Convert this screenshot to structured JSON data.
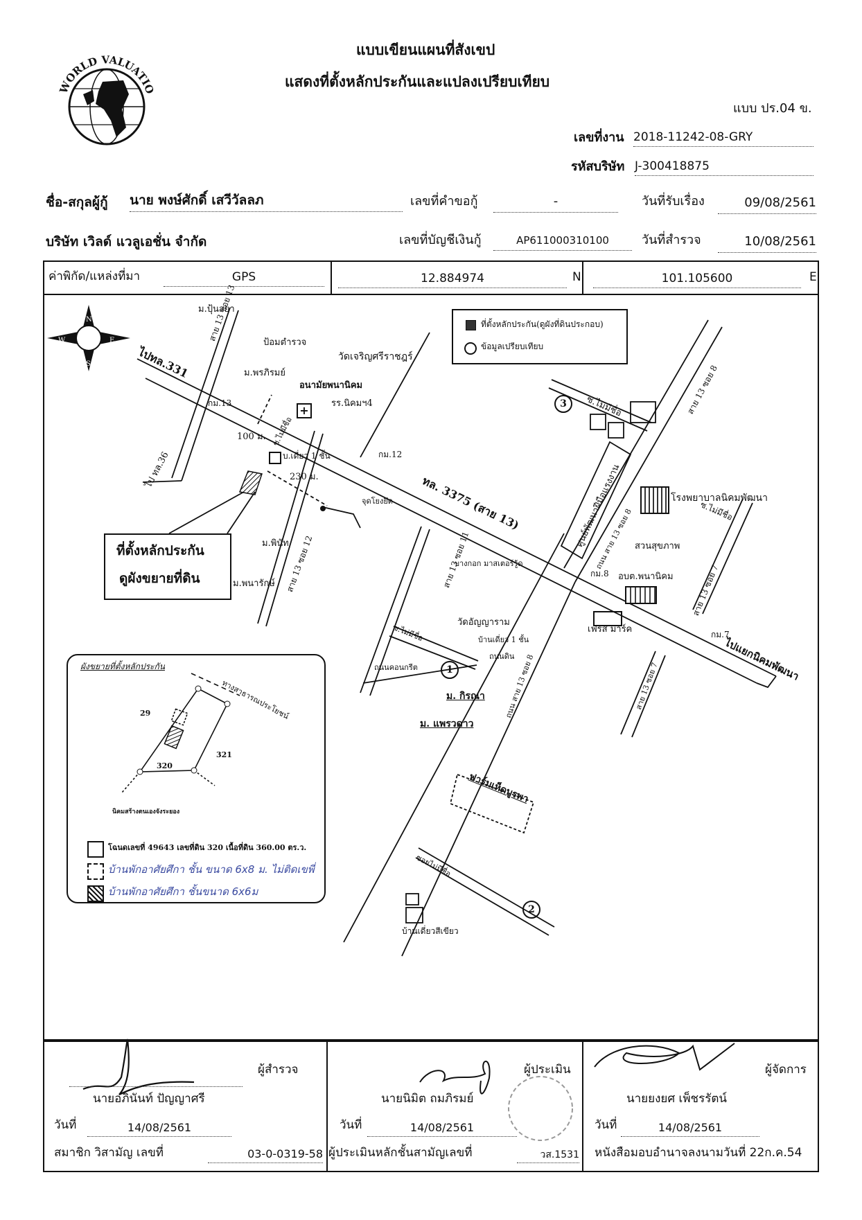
{
  "header": {
    "title1": "แบบเขียนแผนที่สังเขป",
    "title2": "แสดงที่ตั้งหลักประกันและแปลงเปรียบเทียบ",
    "form_code": "แบบ ปร.04 ข.",
    "logo_text": "WORLD VALUATION",
    "job_no_label": "เลขที่งาน",
    "job_no": "2018-11242-08-GRY",
    "company_code_label": "รหัสบริษัท",
    "company_code": "J-300418875"
  },
  "info": {
    "borrower_label": "ชื่อ-สกุลผู้กู้",
    "borrower": "นาย พงษ์ศักดิ์ เสวีวัลลภ",
    "request_no_label": "เลขที่คำขอกู้",
    "request_no": "-",
    "receive_date_label": "วันที่รับเรื่อง",
    "receive_date": "09/08/2561",
    "company": "บริษัท เวิลด์ แวลูเอชั่น  จำกัด",
    "loan_acct_label": "เลขที่บัญชีเงินกู้",
    "loan_acct": "AP611000310100",
    "survey_date_label": "วันที่สำรวจ",
    "survey_date": "10/08/2561"
  },
  "coords": {
    "label": "ค่าพิกัด/แหล่งที่มา",
    "source": "GPS",
    "lat": "12.884974",
    "lat_dir": "N",
    "lon": "101.105600",
    "lon_dir": "E"
  },
  "map": {
    "compass": {
      "n": "N",
      "s": "S",
      "e": "E",
      "w": "W"
    },
    "legend": {
      "collateral": "ที่ตั้งหลักประกัน(ดูผังที่ดินประกอบ)",
      "comparison": "ข้อมูลเปรียบเทียบ"
    },
    "labels": {
      "m_punsaya": "ม.ปุ้นสยา",
      "soi13_13": "สาย 13 ซอย 13",
      "police_box": "ป้อมตำรวจ",
      "to_tl331": "ไปทล.331",
      "m_pornpirom": "ม.พรภิรมย์",
      "wat_charoen": "วัดเจริญศรีราชฎร์",
      "health_center": "อนามัยพนานิคม",
      "school": "รร.นิคมฯ4",
      "km13": "กม.13",
      "km12": "กม.12",
      "km8": "กม.8",
      "km7": "กม.7",
      "to_tl36": "ไป ทล.36",
      "dist_100": "100 ม.",
      "soi_nameless_a": "ซ.ไม่มีชื่อ",
      "house_1floor_a": "บ.เดี่ยว 1 ชั้น",
      "dist_230": "230 ม.",
      "power_pole": "จุดโยงยึด",
      "highway": "ทล. 3375 (สาย 13)",
      "callout_1": "ที่ตั้งหลักประกัน",
      "callout_2": "ดูผังขยายที่ดิน",
      "m_phinat": "ม.พินัท",
      "m_panarak": "ม.พนารักษ์",
      "soi13_12": "สาย 13 ซอย 12",
      "soi13_11": "สาย 13 ซอย 11",
      "bangkok_master": "บางกอก มาสเตอร์รู้ด",
      "soi_nameless_b": "ซ.ไม่มีชื่อ",
      "soi_nameless_c": "ซ.ไม่มีชื่อ",
      "soi_nameless_d": "ซ.ไม่มีชื่อ",
      "soi_nameless_e": "ซอยไม่มีชื่อ",
      "skill_center": "ศูนย์พัฒนาฝีมือแรงงาน",
      "soi13_8": "สาย 13 ซอย 8",
      "soi13_8b": "ถนน สาย 13 ซอย 8",
      "soi13_8c": "ถนน สาย 13 ซอย 8",
      "hospital": "โรงพยาบาลนิคมพัฒนา",
      "health_park": "สวนสุขภาพ",
      "sao": "อบต.พนานิคม",
      "wat_anyaram": "วัดอัญญาราม",
      "house_1floor_b": "บ้านเดี่ยว 1 ชั้น",
      "dirt_road": "ถนนดิน",
      "concrete_road": "ถนนคอนกรีต",
      "fresh_market": "เฟรส มาร์ค",
      "soi13_7": "สาย 13 ซอย 7",
      "soi13_7b": "สาย 13 ซอย 7",
      "to_niken": "ไปแยกนิคมพัฒนา",
      "m_kirana": "ม. กิรณา",
      "m_praewdao": "ม. แพรวดาว",
      "mushroom_farm": "ฟาร์มเห็ดบูรพา",
      "green_house": "บ้านเดี่ยวสีเขียว",
      "n1": "1",
      "n2": "2",
      "n3": "3"
    },
    "inset": {
      "title": "ผังขยายที่ตั้งหลักประกัน",
      "road": "ทางสาธารณประโยชน์",
      "p29": "29",
      "p320": "320",
      "p321": "321",
      "bottom": "นิคมสร้างตนเองจังระยอง",
      "leg1": "โฉนดเลขที่ 49643 เลขที่ดิน 320 เนื้อที่ดิน 360.00 ตร.ว.",
      "leg2": "บ้านพักอาศัยศึกา ชั้น ขนาด 6x8 ม. ไม่ติดเขพี่",
      "leg3": "บ้านพักอาศัยศึกา ชั้นขนาด 6x6ม"
    }
  },
  "signatures": {
    "surveyor_role": "ผู้สำรวจ",
    "surveyor_name": "นายอภินันท์ ปัญญาศรี",
    "surveyor_date_label": "วันที่",
    "surveyor_date": "14/08/2561",
    "member_label": "สมาชิก วิสามัญ เลขที่",
    "member_no": "03-0-0319-58",
    "appraiser_role": "ผู้ประเมิน",
    "appraiser_name": "นายนิมิต ถมภิรมย์",
    "appraiser_date_label": "วันที่",
    "appraiser_date": "14/08/2561",
    "appraiser_lic_label": "ผู้ประเมินหลักชั้นสามัญเลขที่",
    "appraiser_lic": "วส.1531",
    "manager_role": "ผู้จัดการ",
    "manager_name": "นายยงยศ เพ็ชรรัตน์",
    "manager_date_label": "วันที่",
    "manager_date": "14/08/2561",
    "poa_label": "หนังสือมอบอำนาจลงนามวันที่ 22ก.ค.54"
  }
}
